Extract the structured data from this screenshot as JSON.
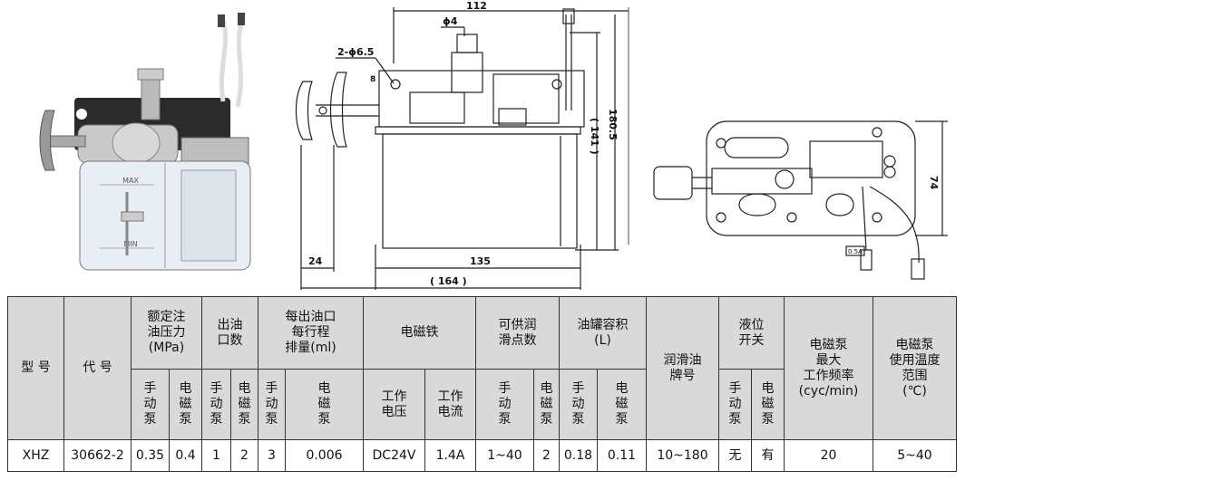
{
  "drawing": {
    "dim_width_total": "112",
    "dim_phi4": "ϕ4",
    "dim_holes": "2-ϕ6.5",
    "dim_8": "8",
    "dim_24": "24",
    "dim_135": "135",
    "dim_164": "( 164 )",
    "dim_141": "( 141 )",
    "dim_180_5": "180.5",
    "dim_74": "74",
    "tank_max": "MAX",
    "tank_min": "MIN",
    "switch_tag": "0.5A"
  },
  "table": {
    "col_model": "型 号",
    "col_code": "代 号",
    "col_pressure": "额定注\n油压力\n(MPa)",
    "col_outlets": "出油\n口数",
    "col_stroke": "每出油口\n每行程\n排量(ml)",
    "col_solenoid": "电磁铁",
    "col_points": "可供润\n滑点数",
    "col_tank": "油罐容积\n(L)",
    "col_oil": "润滑油\n牌号",
    "col_level": "液位\n开关",
    "col_freq": "电磁泵\n最大\n工作频率\n(cyc/min)",
    "col_temp": "电磁泵\n使用温度\n范围\n(℃)",
    "sub_manual": "手\n动\n泵",
    "sub_electric": "电\n磁\n泵",
    "sub_voltage": "工作\n电压",
    "sub_current": "工作\n电流",
    "row": {
      "model": "XHZ",
      "code": "30662-2",
      "pressure_manual": "0.35",
      "pressure_electric": "0.4",
      "outlets_manual": "1",
      "outlets_electric": "2",
      "stroke_manual": "3",
      "stroke_electric": "0.006",
      "voltage": "DC24V",
      "current": "1.4A",
      "points_manual": "1~40",
      "points_electric": "2",
      "tank_manual": "0.18",
      "tank_electric": "0.11",
      "oil": "10~180",
      "level_manual": "无",
      "level_electric": "有",
      "freq": "20",
      "temp": "5~40"
    }
  }
}
